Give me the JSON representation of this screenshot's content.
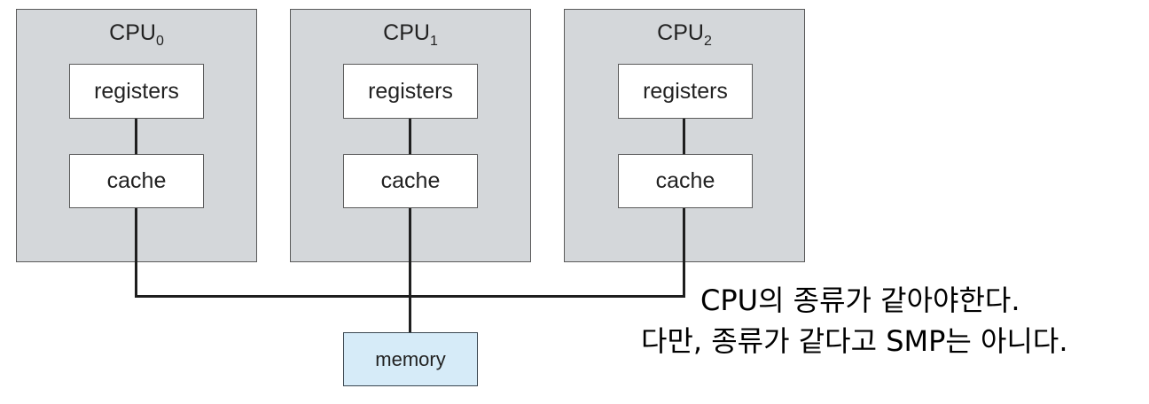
{
  "diagram": {
    "cpus": [
      {
        "name": "CPU",
        "index": "0",
        "registers": "registers",
        "cache": "cache"
      },
      {
        "name": "CPU",
        "index": "1",
        "registers": "registers",
        "cache": "cache"
      },
      {
        "name": "CPU",
        "index": "2",
        "registers": "registers",
        "cache": "cache"
      }
    ],
    "memory": "memory",
    "colors": {
      "cpu_fill": "#d4d7da",
      "component_fill": "#ffffff",
      "memory_fill": "#d6ebf8",
      "bus_line": "#1e1e1e"
    }
  },
  "annotation": {
    "line1": "CPU의 종류가 같아야한다.",
    "line2": "다만, 종류가 같다고 SMP는 아니다."
  }
}
